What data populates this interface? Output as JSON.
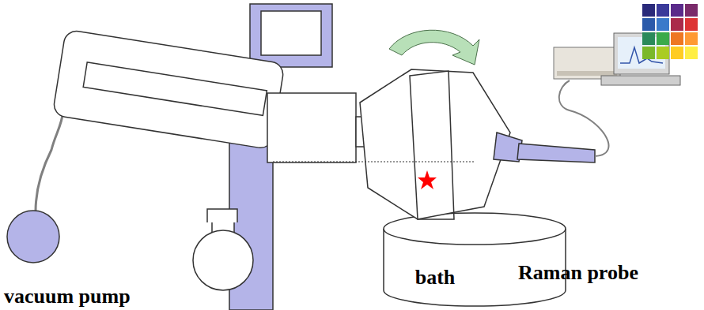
{
  "diagram": {
    "nodes": [
      {
        "text": [
          "bath"
        ]
      }
    ],
    "labels": [
      "vacuum pump",
      "Raman probe"
    ]
  }
}
